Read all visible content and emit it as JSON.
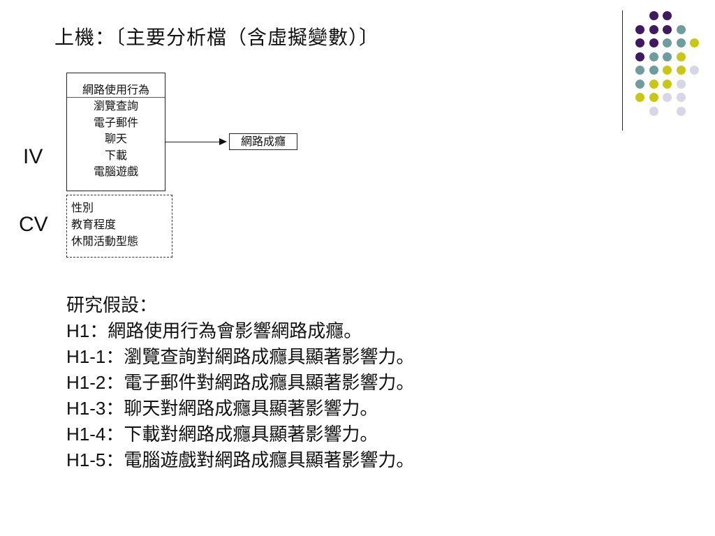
{
  "title": "上機：〔主要分析檔（含虛擬變數）〕",
  "labels": {
    "iv": "IV",
    "cv": "CV"
  },
  "iv_box": {
    "header": "網路使用行為",
    "items": [
      "瀏覽查詢",
      "電子郵件",
      "聊天",
      "下載",
      "電腦遊戲"
    ]
  },
  "dv_box": {
    "label": "網路成癮"
  },
  "cv_box": {
    "items": [
      "性別",
      "教育程度",
      "休閒活動型態"
    ]
  },
  "hypotheses": {
    "heading": "研究假設：",
    "list": [
      {
        "code": "H1",
        "text": "：網路使用行為會影響網路成癮。"
      },
      {
        "code": "H1-1",
        "text": "：瀏覽查詢對網路成癮具顯著影響力。"
      },
      {
        "code": "H1-2",
        "text": "：電子郵件對網路成癮具顯著影響力。"
      },
      {
        "code": "H1-3",
        "text": "：聊天對網路成癮具顯著影響力。"
      },
      {
        "code": "H1-4",
        "text": "：下載對網路成癮具顯著影響力。"
      },
      {
        "code": "H1-5",
        "text": "：電腦遊戲對網路成癮具顯著影響力。"
      }
    ]
  },
  "colors": {
    "purple": "#3f1a5e",
    "teal": "#6f9c9c",
    "olive": "#c8c814",
    "lavender": "#d6d6e6"
  }
}
